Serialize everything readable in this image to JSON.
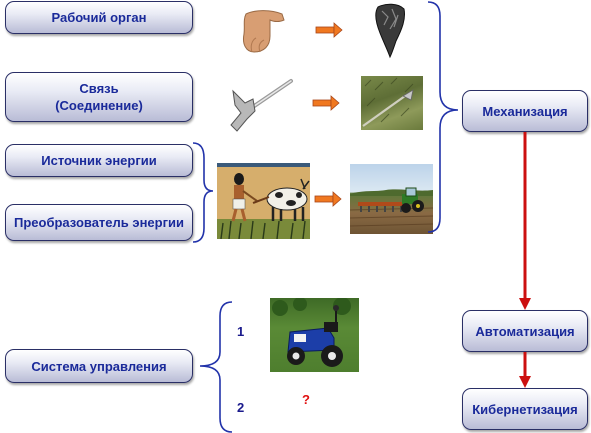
{
  "left_boxes": {
    "working_organ": "Рабочий орган",
    "link_line1": "Связь",
    "link_line2": "(Соединение)",
    "energy_source": "Источник энергии",
    "energy_converter": "Преобразователь энергии",
    "control_system": "Система управления"
  },
  "right_boxes": {
    "mechanization": "Механизация",
    "automation": "Автоматизация",
    "cybernetization": "Кибернетизация"
  },
  "options": {
    "one": "1",
    "two": "2",
    "unknown": "?"
  },
  "colors": {
    "box_text": "#1a2a9a",
    "bracket": "#2233aa",
    "arrow_orange": "#f07820",
    "arrow_red": "#cc1010"
  }
}
